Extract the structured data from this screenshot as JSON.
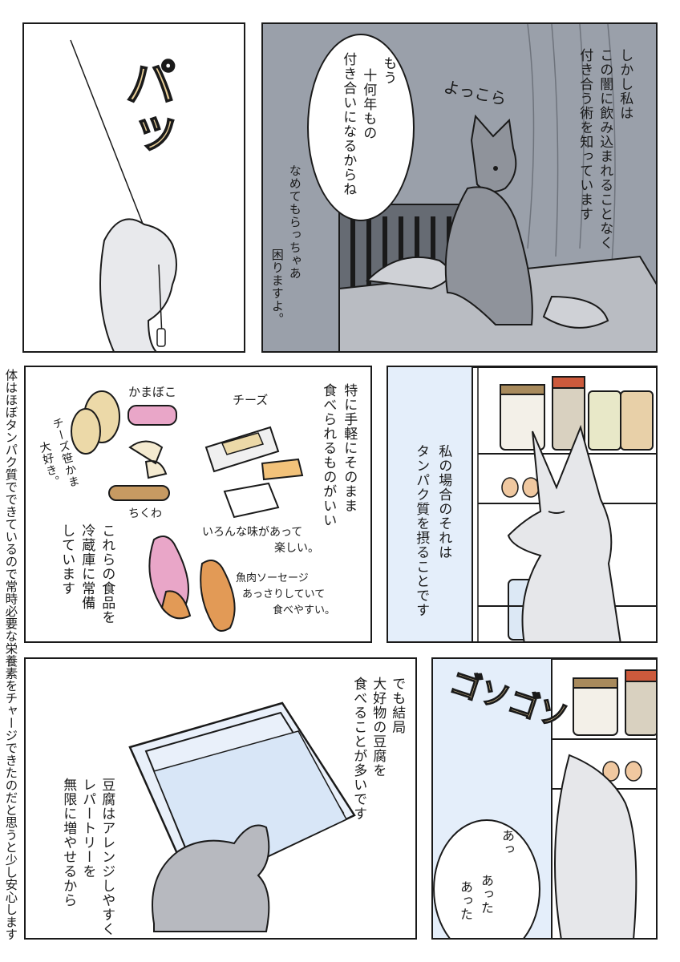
{
  "colors": {
    "dark_panel": "#9aa0aa",
    "fridge_blue": "#e4eefa",
    "ink": "#1a1a1a",
    "sfx_fill": "#e9cf98"
  },
  "panel1": {
    "sfx": "パッ"
  },
  "panel2": {
    "sfx": "よっこら",
    "caption": [
      "しかし私は",
      "この闇に飲み込まれることなく",
      "付き合う術を知っています"
    ],
    "bubble": [
      "もう",
      "十何年もの",
      "付き合いになるからね"
    ],
    "aside": [
      "なめてもらっちゃあ",
      "困りますよ。"
    ]
  },
  "panel3": {
    "side_note": "体はほぼタンパク質でできているので常時必要な栄養素をチャージできたのだと思うと少し安心します",
    "caption1": [
      "特に手軽にそのまま",
      "食べられるものがいい"
    ],
    "caption2": [
      "これらの食品を",
      "冷蔵庫に常備",
      "しています"
    ],
    "labels": {
      "kamaboko": "かまぼこ",
      "cheese": "チーズ",
      "cheese_chikuwa": [
        "チーズ笹かま",
        "大好き。"
      ],
      "chikuwa": "ちくわ",
      "cheese_note": [
        "いろんな味があって",
        "楽しい。"
      ],
      "sausage": [
        "魚肉ソーセージ",
        "あっさりしていて",
        "食べやすい。"
      ]
    }
  },
  "panel4": {
    "caption": [
      "私の場合のそれは",
      "タンパク質を摂ることです"
    ]
  },
  "panel5": {
    "caption1": [
      "でも結局",
      "大好物の豆腐を",
      "食べることが多いです"
    ],
    "caption2": [
      "豆腐はアレンジしやすく",
      "レパートリーを",
      "無限に増やせるから"
    ]
  },
  "panel6": {
    "sfx": "ゴソゴソ",
    "bubble_small": "あっ",
    "bubble": [
      "あった",
      "あった"
    ]
  }
}
